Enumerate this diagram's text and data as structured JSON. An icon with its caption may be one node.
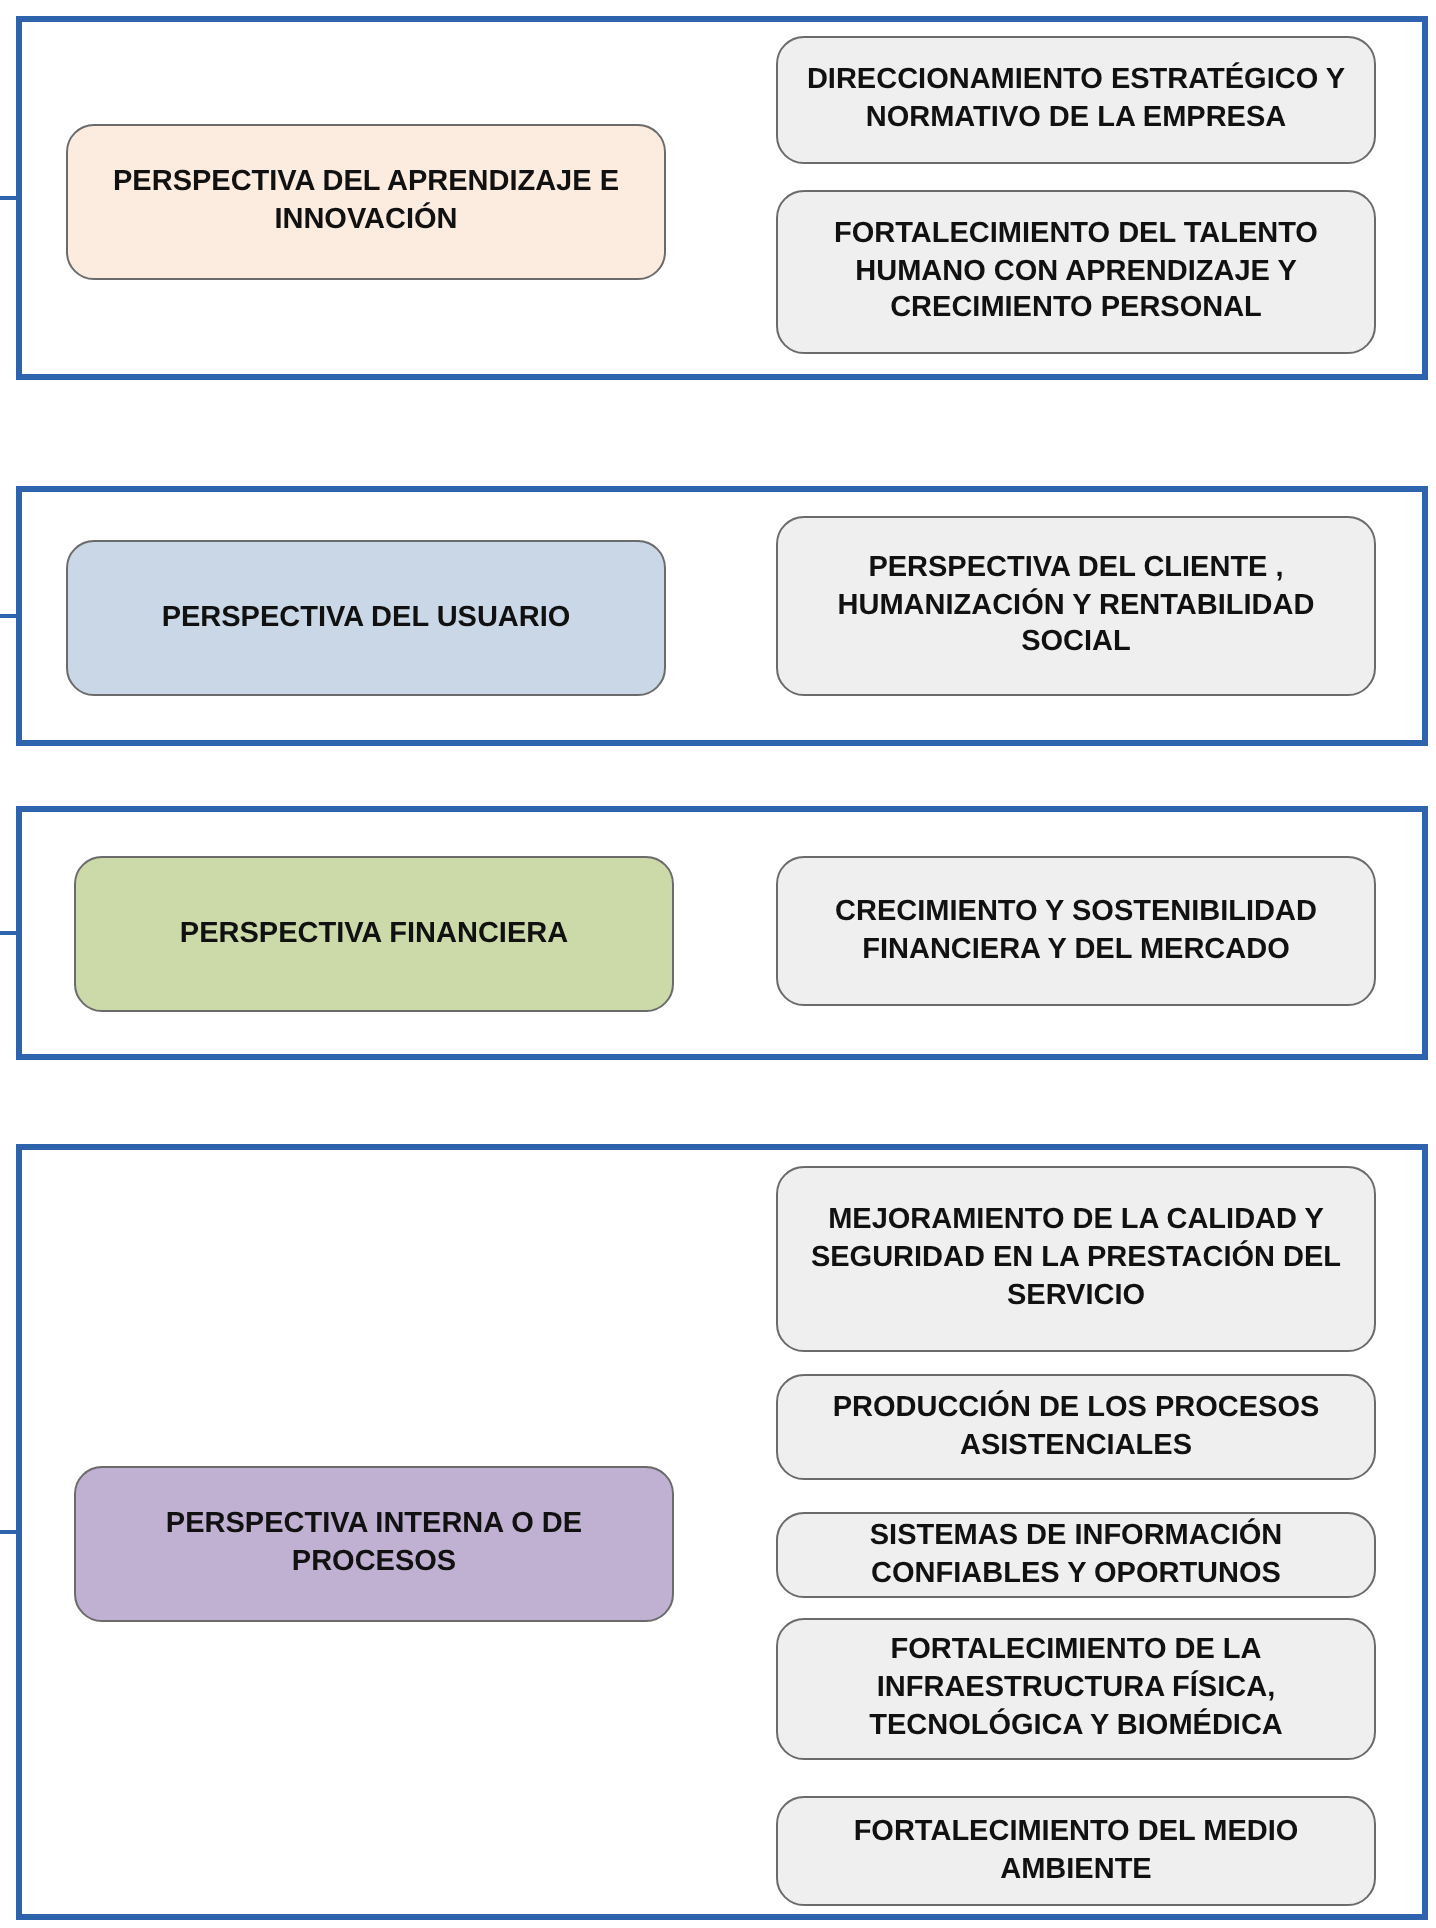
{
  "diagram": {
    "nodes": [
      {
        "text": [],
        "shape": "box"
      },
      {
        "text": [
          "PERSPECTIVA DEL APRENDIZAJE E INNOVACIÓN"
        ],
        "in": 0
      },
      {
        "text": [
          "DIRECCIONAMIENTO ESTRATÉGICO Y NORMATIVO DE LA EMPRESA"
        ],
        "in": 0
      },
      {
        "text": [
          "FORTALECIMIENTO DEL TALENTO HUMANO CON  APRENDIZAJE Y CRECIMIENTO PERSONAL"
        ],
        "in": 0
      },
      {
        "text": [],
        "shape": "box"
      },
      {
        "text": [
          "PERSPECTIVA DEL USUARIO"
        ],
        "in": 4
      },
      {
        "text": [
          "PERSPECTIVA DEL CLIENTE , HUMANIZACIÓN Y RENTABILIDAD SOCIAL"
        ],
        "in": 4
      },
      {
        "text": [],
        "shape": "box"
      },
      {
        "text": [
          "PERSPECTIVA FINANCIERA"
        ],
        "in": 7
      },
      {
        "text": [
          "CRECIMIENTO Y SOSTENIBILIDAD FINANCIERA Y DEL MERCADO"
        ],
        "in": 7
      },
      {
        "text": [],
        "shape": "box"
      },
      {
        "text": [
          "PERSPECTIVA INTERNA O DE PROCESOS"
        ],
        "in": 10
      },
      {
        "text": [
          "MEJORAMIENTO DE LA CALIDAD  Y SEGURIDAD  EN LA PRESTACIÓN DEL SERVICIO"
        ],
        "in": 10
      },
      {
        "text": [
          "PRODUCCIÓN DE LOS PROCESOS ASISTENCIALES"
        ],
        "in": 10
      },
      {
        "text": [
          "SISTEMAS DE INFORMACIÓN CONFIABLES Y OPORTUNOS"
        ],
        "in": 10
      },
      {
        "text": [
          "FORTALECIMIENTO DE  LA INFRAESTRUCTURA FÍSICA, TECNOLÓGICA Y BIOMÉDICA"
        ],
        "in": 10
      },
      {
        "text": [
          "FORTALECIMIENTO DEL MEDIO AMBIENTE"
        ],
        "in": 10
      }
    ],
    "edges": [
      {
        "from": null,
        "to": 0,
        "arrow": "none"
      },
      {
        "from": null,
        "to": 4,
        "arrow": "none"
      },
      {
        "from": null,
        "to": 7,
        "arrow": "none"
      },
      {
        "from": null,
        "to": 10,
        "arrow": "none"
      }
    ]
  }
}
